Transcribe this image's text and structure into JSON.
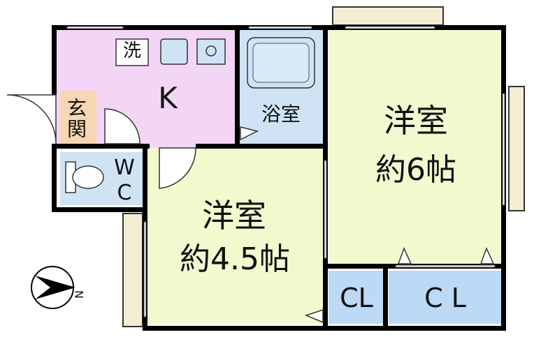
{
  "rooms": {
    "kitchen": {
      "label": "K",
      "fill": "#f3d6f5"
    },
    "laundry": {
      "label": "洗"
    },
    "bath": {
      "label": "浴室",
      "fill": "#cfe3f5"
    },
    "entrance": {
      "label": "玄関",
      "fill": "#f6d7b3"
    },
    "wc": {
      "label_top": "W",
      "label_bottom": "C",
      "fill": "#cfe3f5"
    },
    "western_small": {
      "label": "洋室",
      "size": "約4.5帖",
      "fill": "#f3f8cf"
    },
    "western_large": {
      "label": "洋室",
      "size": "約6帖",
      "fill": "#f3f8cf"
    },
    "closet_small": {
      "label": "CL",
      "fill": "#bcd9f5"
    },
    "closet_large": {
      "label": "C L",
      "fill": "#bcd9f5"
    }
  },
  "compass": {
    "label": "N",
    "icon": "north-arrow-icon"
  },
  "colors": {
    "wall": "#000000",
    "window_frame": "#f4ecd3"
  }
}
